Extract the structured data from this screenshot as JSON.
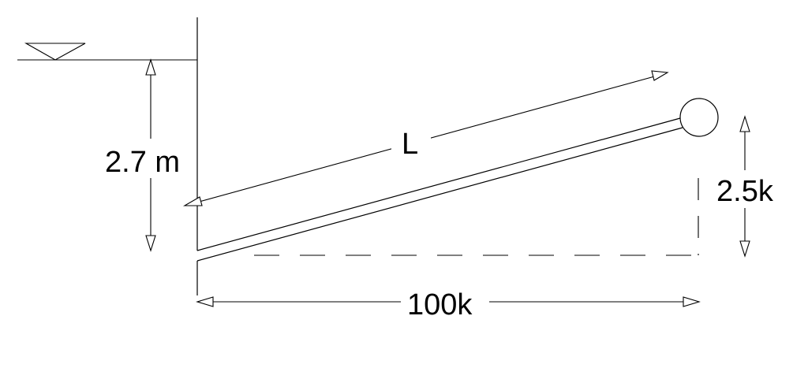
{
  "labels": {
    "head": "2.7 m",
    "length": "L",
    "rise": "2.5k",
    "run": "100k"
  },
  "colors": {
    "stroke": "#000000",
    "background": "#ffffff"
  }
}
